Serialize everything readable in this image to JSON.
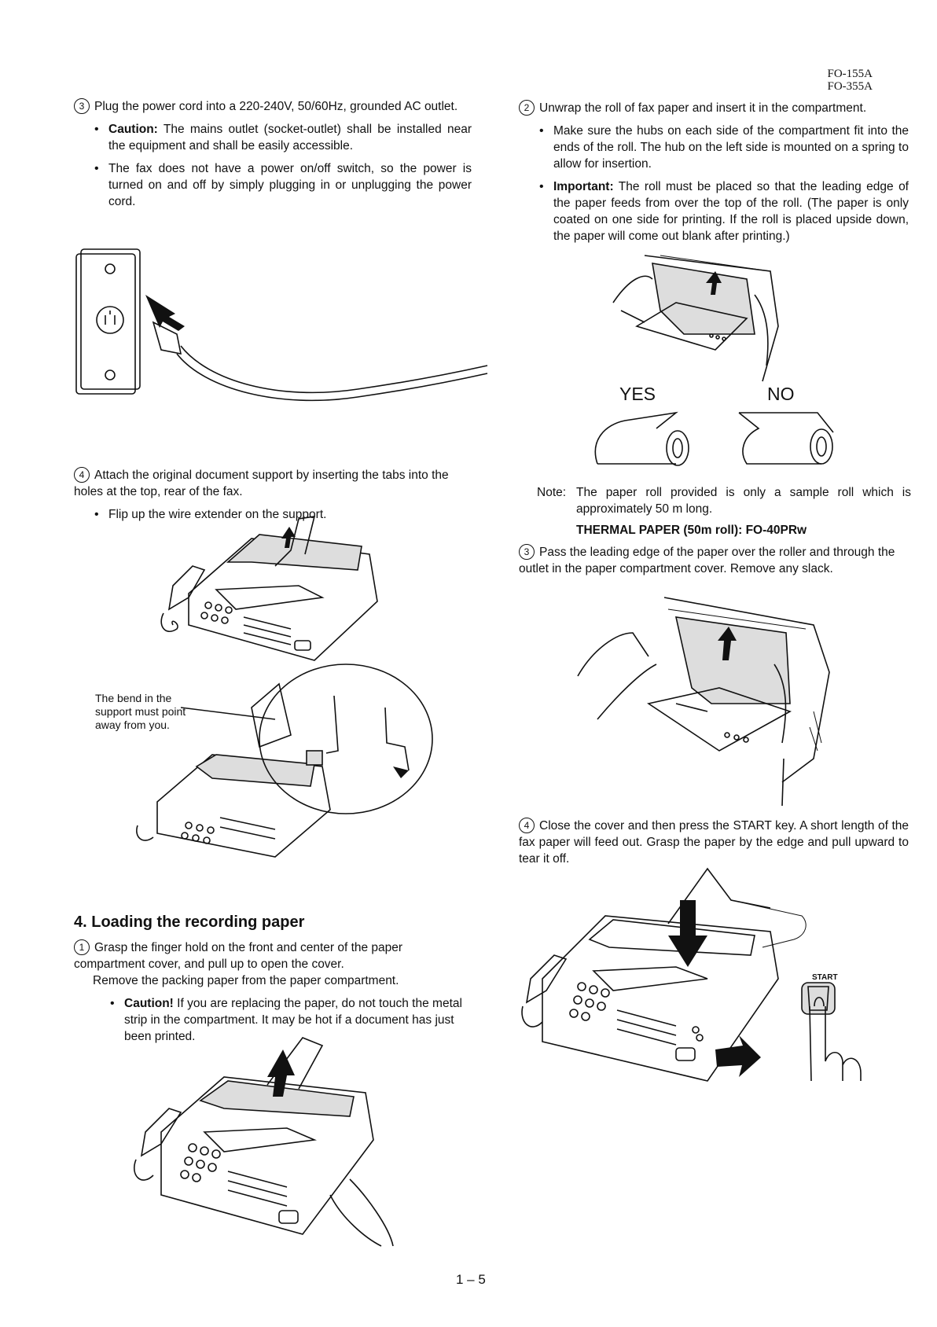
{
  "header": {
    "model_1": "FO-155A",
    "model_2": "FO-355A"
  },
  "left": {
    "step3": {
      "num": "3",
      "text": "Plug the power cord into a 220-240V, 50/60Hz, grounded AC outlet.",
      "bullet1_bold": "Caution:",
      "bullet1": "The mains outlet (socket-outlet) shall be installed near the equipment and shall be easily accessible.",
      "bullet2": "The fax does not have a power on/off switch, so the power is turned on and off by simply plugging in or unplugging the power cord."
    },
    "step4": {
      "num": "4",
      "text": "Attach the original document support by inserting the tabs into the holes at the top, rear of the fax.",
      "bullet1": "Flip up the wire extender on the support."
    },
    "bend_caption": "The bend in the support must point away from you.",
    "section": {
      "title": "4. Loading the recording paper",
      "step1_num": "1",
      "step1_text": "Grasp the finger hold on the front and center of the paper compartment cover, and pull up to open the cover.",
      "step1_text2": "Remove the packing paper from the paper compartment.",
      "bullet_bold": "Caution!",
      "bullet": "If you are replacing the paper, do not touch the metal strip in the compartment.  It may be hot if a document has just been printed."
    }
  },
  "right": {
    "step2": {
      "num": "2",
      "text": "Unwrap the roll of fax paper and insert it in the compartment.",
      "bullet1": "Make sure the hubs on each side of the compartment fit into the ends of the roll. The hub on the left side is mounted on a spring to allow for insertion.",
      "bullet2_bold": "Important:",
      "bullet2": "The roll must be placed so that the leading edge of the paper feeds from over the top of the roll. (The paper is only coated on one side for printing. If the roll is placed upside down, the paper will come out blank after printing.)"
    },
    "yes_label": "YES",
    "no_label": "NO",
    "note_label": "Note:",
    "note_text": "The paper roll provided is only a sample roll which is approximately 50 m long.",
    "thermal": "THERMAL PAPER (50m roll): FO-40PRw",
    "step3": {
      "num": "3",
      "text": "Pass the leading edge of the paper over the roller and through the outlet in the paper compartment cover. Remove any slack."
    },
    "step4": {
      "num": "4",
      "text": "Close the cover and then press the START key.  A short length of the fax paper will feed out.  Grasp the paper by the edge and pull upward to tear it off."
    },
    "start_label": "START"
  },
  "footer": {
    "page_number": "1 – 5"
  }
}
